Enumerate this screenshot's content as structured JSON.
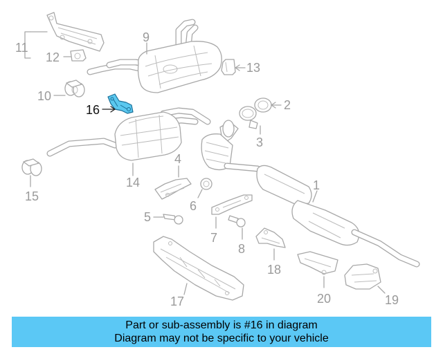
{
  "callouts": {
    "c1": "1",
    "c2": "2",
    "c3": "3",
    "c4": "4",
    "c5": "5",
    "c6": "6",
    "c7": "7",
    "c8": "8",
    "c9": "9",
    "c10": "10",
    "c11": "11",
    "c12": "12",
    "c13": "13",
    "c14": "14",
    "c15": "15",
    "c16": "16",
    "c17": "17",
    "c18": "18",
    "c19": "19",
    "c20": "20"
  },
  "highlighted_part": "16",
  "colors": {
    "highlight_fill": "#5bc8ef",
    "banner_background": "#5bc8f5",
    "line_art": "#a8a8a8"
  },
  "banner": {
    "line1": "Part or sub-assembly is #16 in diagram",
    "line2": "Diagram may not be specific to your vehicle"
  }
}
